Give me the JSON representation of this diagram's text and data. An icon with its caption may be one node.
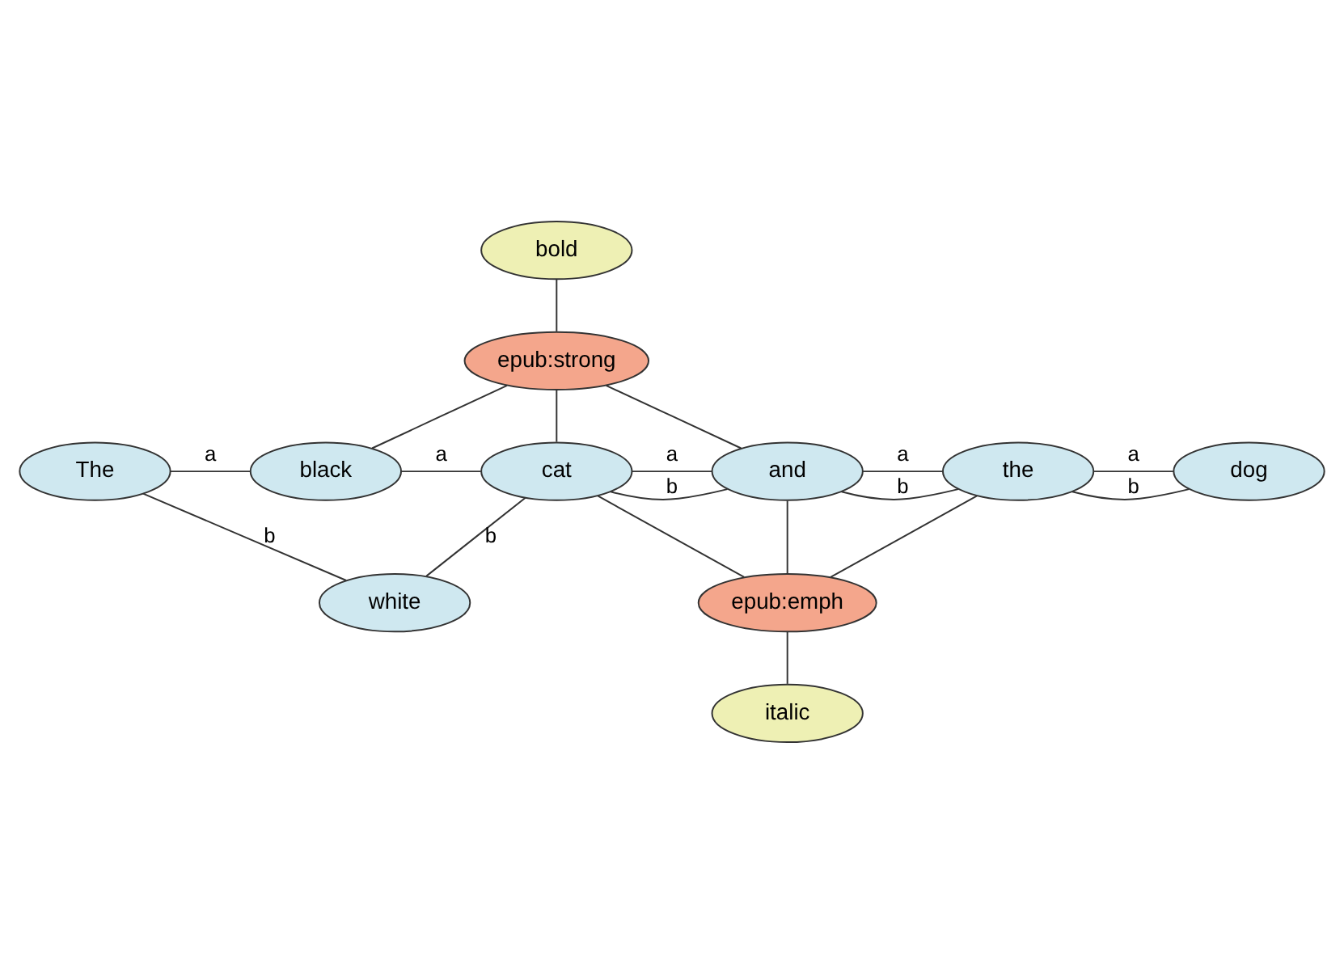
{
  "diagram": {
    "nodes": [
      {
        "text": [
          "bold"
        ]
      },
      {
        "text": [
          "epub:strong"
        ]
      },
      {
        "text": [
          "The"
        ]
      },
      {
        "text": [
          "black"
        ]
      },
      {
        "text": [
          "cat"
        ]
      },
      {
        "text": [
          "and"
        ]
      },
      {
        "text": [
          "the"
        ]
      },
      {
        "text": [
          "dog"
        ]
      },
      {
        "text": [
          "white"
        ]
      },
      {
        "text": [
          "epub:emph"
        ]
      },
      {
        "text": [
          "italic"
        ]
      }
    ],
    "edges": [
      {
        "from": 0,
        "to": 1,
        "arrow": "none"
      },
      {
        "from": 1,
        "to": 3,
        "arrow": "none"
      },
      {
        "from": 1,
        "to": 4,
        "arrow": "none"
      },
      {
        "from": 1,
        "to": 5,
        "arrow": "none"
      },
      {
        "from": 2,
        "to": 3,
        "arrow": "none",
        "label": "a"
      },
      {
        "from": 2,
        "to": 8,
        "arrow": "none",
        "label": "b"
      },
      {
        "from": 3,
        "to": 4,
        "arrow": "none",
        "label": "a"
      },
      {
        "from": 8,
        "to": 4,
        "arrow": "none",
        "label": "b"
      },
      {
        "from": 4,
        "to": 5,
        "arrow": "none",
        "label": "a"
      },
      {
        "from": 4,
        "to": 5,
        "arrow": "none",
        "label": "b"
      },
      {
        "from": 5,
        "to": 6,
        "arrow": "none",
        "label": "a"
      },
      {
        "from": 5,
        "to": 6,
        "arrow": "none",
        "label": "b"
      },
      {
        "from": 6,
        "to": 7,
        "arrow": "none",
        "label": "a"
      },
      {
        "from": 6,
        "to": 7,
        "arrow": "none",
        "label": "b"
      },
      {
        "from": 4,
        "to": 9,
        "arrow": "none"
      },
      {
        "from": 5,
        "to": 9,
        "arrow": "none"
      },
      {
        "from": 6,
        "to": 9,
        "arrow": "none"
      },
      {
        "from": 9,
        "to": 10,
        "arrow": "none"
      }
    ]
  }
}
